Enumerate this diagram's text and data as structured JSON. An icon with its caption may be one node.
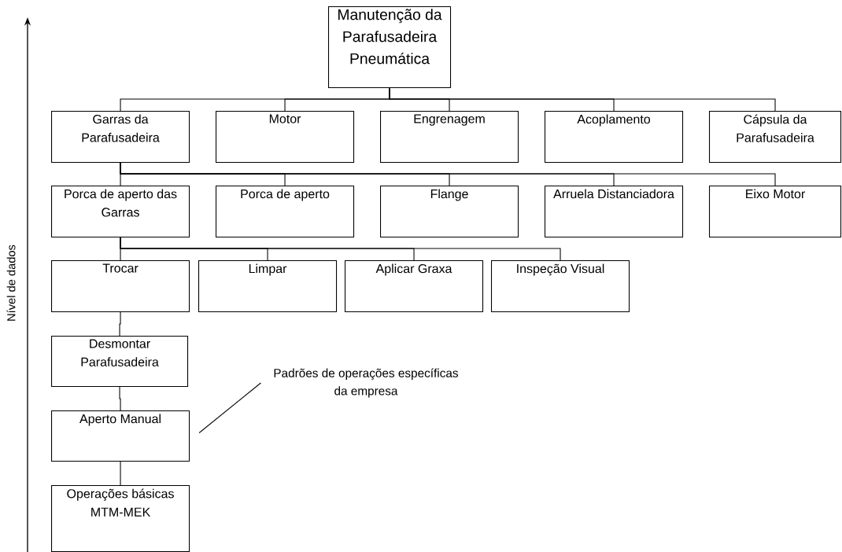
{
  "diagram": {
    "nodes": [
      {
        "text": [
          "Manutenção da Parafusadeira Pneumática"
        ]
      },
      {
        "text": [
          "Garras da Parafusadeira"
        ]
      },
      {
        "text": [
          "Motor"
        ]
      },
      {
        "text": [
          "Engrenagem"
        ]
      },
      {
        "text": [
          "Acoplamento"
        ]
      },
      {
        "text": [
          "Cápsula da Parafusadeira"
        ]
      },
      {
        "text": [
          "Porca de aperto das Garras"
        ]
      },
      {
        "text": [
          "Porca de aperto"
        ]
      },
      {
        "text": [
          "Flange"
        ]
      },
      {
        "text": [
          "Arruela Distanciadora"
        ]
      },
      {
        "text": [
          "Eixo Motor"
        ]
      },
      {
        "text": [
          "Trocar"
        ]
      },
      {
        "text": [
          "Limpar"
        ]
      },
      {
        "text": [
          "Aplicar Graxa"
        ]
      },
      {
        "text": [
          "Inspeção Visual"
        ]
      },
      {
        "text": [
          "Desmontar Parafusadeira"
        ]
      },
      {
        "text": [
          "Aperto Manual"
        ]
      },
      {
        "text": [
          "Operações básicas MTM-MEK"
        ]
      },
      {
        "text": [
          "Padrões de operações específicas da empresa"
        ]
      }
    ],
    "edges": [
      {
        "from": 0,
        "to": 1,
        "arrow": "none"
      },
      {
        "from": 0,
        "to": 2,
        "arrow": "none"
      },
      {
        "from": 0,
        "to": 3,
        "arrow": "none"
      },
      {
        "from": 0,
        "to": 4,
        "arrow": "none"
      },
      {
        "from": 0,
        "to": 5,
        "arrow": "none"
      },
      {
        "from": 1,
        "to": 6,
        "arrow": "none"
      },
      {
        "from": 1,
        "to": 7,
        "arrow": "none"
      },
      {
        "from": 1,
        "to": 8,
        "arrow": "none"
      },
      {
        "from": 1,
        "to": 9,
        "arrow": "none"
      },
      {
        "from": 1,
        "to": 10,
        "arrow": "none"
      },
      {
        "from": 6,
        "to": 11,
        "arrow": "none"
      },
      {
        "from": 6,
        "to": 12,
        "arrow": "none"
      },
      {
        "from": 6,
        "to": 13,
        "arrow": "none"
      },
      {
        "from": 6,
        "to": 14,
        "arrow": "none"
      },
      {
        "from": 11,
        "to": 15,
        "arrow": "none"
      },
      {
        "from": 15,
        "to": 16,
        "arrow": "none"
      },
      {
        "from": 16,
        "to": 17,
        "arrow": "none"
      },
      {
        "from": 18,
        "to": 16,
        "arrow": "none"
      }
    ],
    "labels": [
      "Nível de dados"
    ]
  }
}
